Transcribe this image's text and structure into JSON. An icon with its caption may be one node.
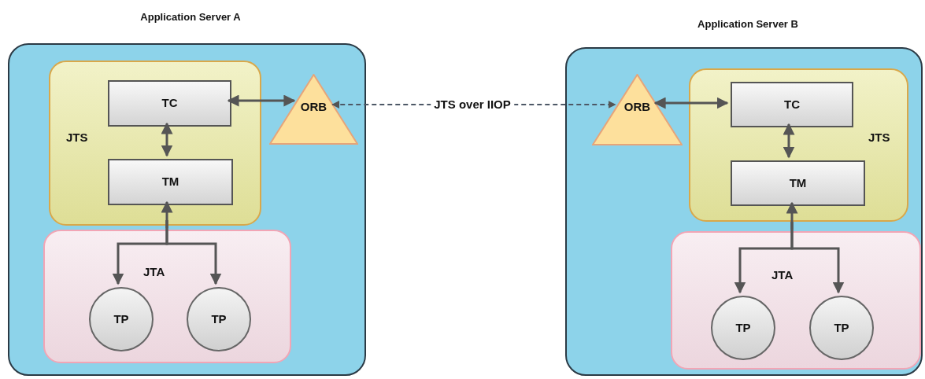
{
  "diagram": {
    "nodes": [
      {
        "text": [
          "Application Server A"
        ]
      },
      {
        "text": [
          "JTS"
        ],
        "in": 0
      },
      {
        "text": [
          "TC"
        ],
        "in": 1
      },
      {
        "text": [
          "TM"
        ],
        "in": 1
      },
      {
        "text": [
          "JTA"
        ],
        "in": 0
      },
      {
        "text": [
          "TP"
        ],
        "in": 4
      },
      {
        "text": [
          "TP"
        ],
        "in": 4
      },
      {
        "text": [
          "ORB"
        ],
        "in": 0
      },
      {
        "text": [
          "Application Server B"
        ]
      },
      {
        "text": [
          "ORB"
        ],
        "in": 8
      },
      {
        "text": [
          "JTS"
        ],
        "in": 8
      },
      {
        "text": [
          "TC"
        ],
        "in": 10
      },
      {
        "text": [
          "TM"
        ],
        "in": 10
      },
      {
        "text": [
          "JTA"
        ],
        "in": 8
      },
      {
        "text": [
          "TP"
        ],
        "in": 13
      },
      {
        "text": [
          "TP"
        ],
        "in": 13
      }
    ],
    "edges": [
      {
        "from": 2,
        "to": 7,
        "arrow": "both"
      },
      {
        "from": 2,
        "to": 3,
        "arrow": "both"
      },
      {
        "from": 4,
        "to": 3,
        "arrow": "to"
      },
      {
        "from": 4,
        "to": 5,
        "arrow": "to"
      },
      {
        "from": 4,
        "to": 6,
        "arrow": "to"
      },
      {
        "from": 7,
        "to": 9,
        "arrow": "both",
        "label": "JTS over IIOP",
        "style": "dashed"
      },
      {
        "from": 9,
        "to": 11,
        "arrow": "both"
      },
      {
        "from": 11,
        "to": 12,
        "arrow": "both"
      },
      {
        "from": 13,
        "to": 12,
        "arrow": "to"
      },
      {
        "from": 13,
        "to": 14,
        "arrow": "to"
      },
      {
        "from": 13,
        "to": 15,
        "arrow": "to"
      }
    ]
  }
}
